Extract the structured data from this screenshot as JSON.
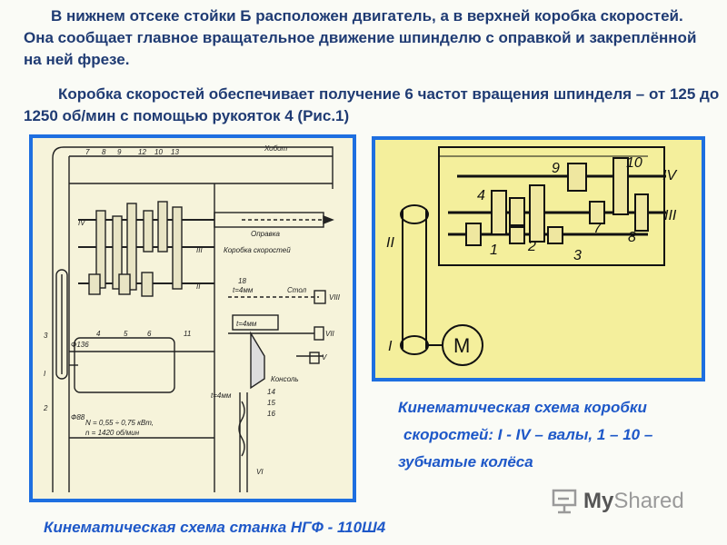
{
  "text": {
    "paragraph_1": "В нижнем отсеке стойки Б расположен двигатель, а в верхней коробка скоростей. Она сообщает главное вращательное движение шпинделю с оправкой и закреплённой на ней фрезе.",
    "paragraph_2": "Коробка скоростей обеспечивает получение 6 частот вращения шпинделя – от 125 до 1250 об/мин с помощью рукояток 4 (Рис.1)"
  },
  "captions": {
    "right_line_1": "Кинематическая схема коробки",
    "right_line_2": "скоростей: I - IV – валы, 1 – 10 –",
    "right_line_3": "зубчатые колёса",
    "left": "Кинематическая схема станка НГФ - 110Ш4"
  },
  "left_diagram": {
    "top_numbers": [
      "7",
      "8",
      "9",
      "12",
      "10",
      "13"
    ],
    "right_numbers": [
      "11"
    ],
    "bottom_numbers": [
      "4",
      "5",
      "6"
    ],
    "side_numbers": [
      "3",
      "2"
    ],
    "pulley_labels": [
      "Ф136",
      "Ф88"
    ],
    "shaft_labels": [
      "IV",
      "III",
      "II",
      "I",
      "VIII",
      "VII",
      "V",
      "VI"
    ],
    "labels": {
      "hobot": "Хобот",
      "opravka": "Оправка",
      "korobka": "Коробка скоростей",
      "stol": "Стол",
      "konsol": "Консоль",
      "t4_top": "t=4мм",
      "t4_mid": "t=4мм",
      "t4_bot": "t=4мм",
      "n18": "18",
      "n14": "14",
      "n15": "15",
      "n16": "16"
    },
    "motor_text_1": "N = 0,55 ÷ 0,75 кВт,",
    "motor_text_2": "n = 1420 об/мин"
  },
  "right_diagram": {
    "shaft_labels": [
      "IV",
      "III",
      "II",
      "I"
    ],
    "gear_numbers": [
      "9",
      "10",
      "4",
      "7",
      "8",
      "1",
      "2",
      "3"
    ],
    "motor_label": "M"
  },
  "watermark": {
    "brand_part_1": "My",
    "brand_part_2": "Shared"
  },
  "colors": {
    "paragraph_text": "#1f3b73",
    "caption_text": "#1e58c8",
    "frame_border": "#1e6fe0",
    "right_background": "#f4ef9c",
    "left_background": "#f6f3da"
  }
}
